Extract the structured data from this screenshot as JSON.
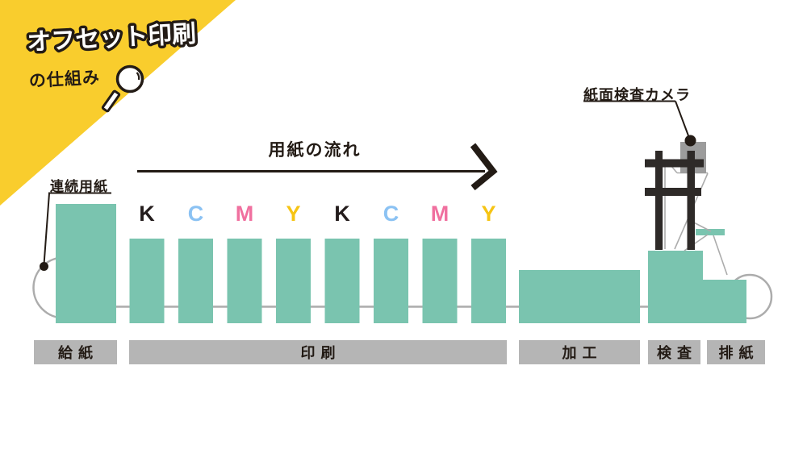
{
  "title": {
    "main": "オフセット印刷",
    "sub": "の仕組み"
  },
  "flow": {
    "label": "用紙の流れ"
  },
  "callouts": {
    "continuous_paper": "連続用紙",
    "inspection_camera": "紙面検査カメラ"
  },
  "ink_units": [
    {
      "letter": "K",
      "color": "#231C1C"
    },
    {
      "letter": "C",
      "color": "#8BC2F3"
    },
    {
      "letter": "M",
      "color": "#F0709F"
    },
    {
      "letter": "Y",
      "color": "#F6C414"
    },
    {
      "letter": "K",
      "color": "#231C1C"
    },
    {
      "letter": "C",
      "color": "#8BC2F3"
    },
    {
      "letter": "M",
      "color": "#F0709F"
    },
    {
      "letter": "Y",
      "color": "#F6C414"
    }
  ],
  "process_sections": [
    {
      "label": "給紙"
    },
    {
      "label": "印刷"
    },
    {
      "label": "加工"
    },
    {
      "label": "検査"
    },
    {
      "label": "排紙"
    }
  ],
  "colors": {
    "accent_yellow": "#F9CD2D",
    "machine_teal": "#7AC4AF",
    "section_gray": "#B5B5B5",
    "camera_gray": "#9C9C9C",
    "guide_gray": "#ACACAC",
    "ink_black": "#231B15"
  }
}
